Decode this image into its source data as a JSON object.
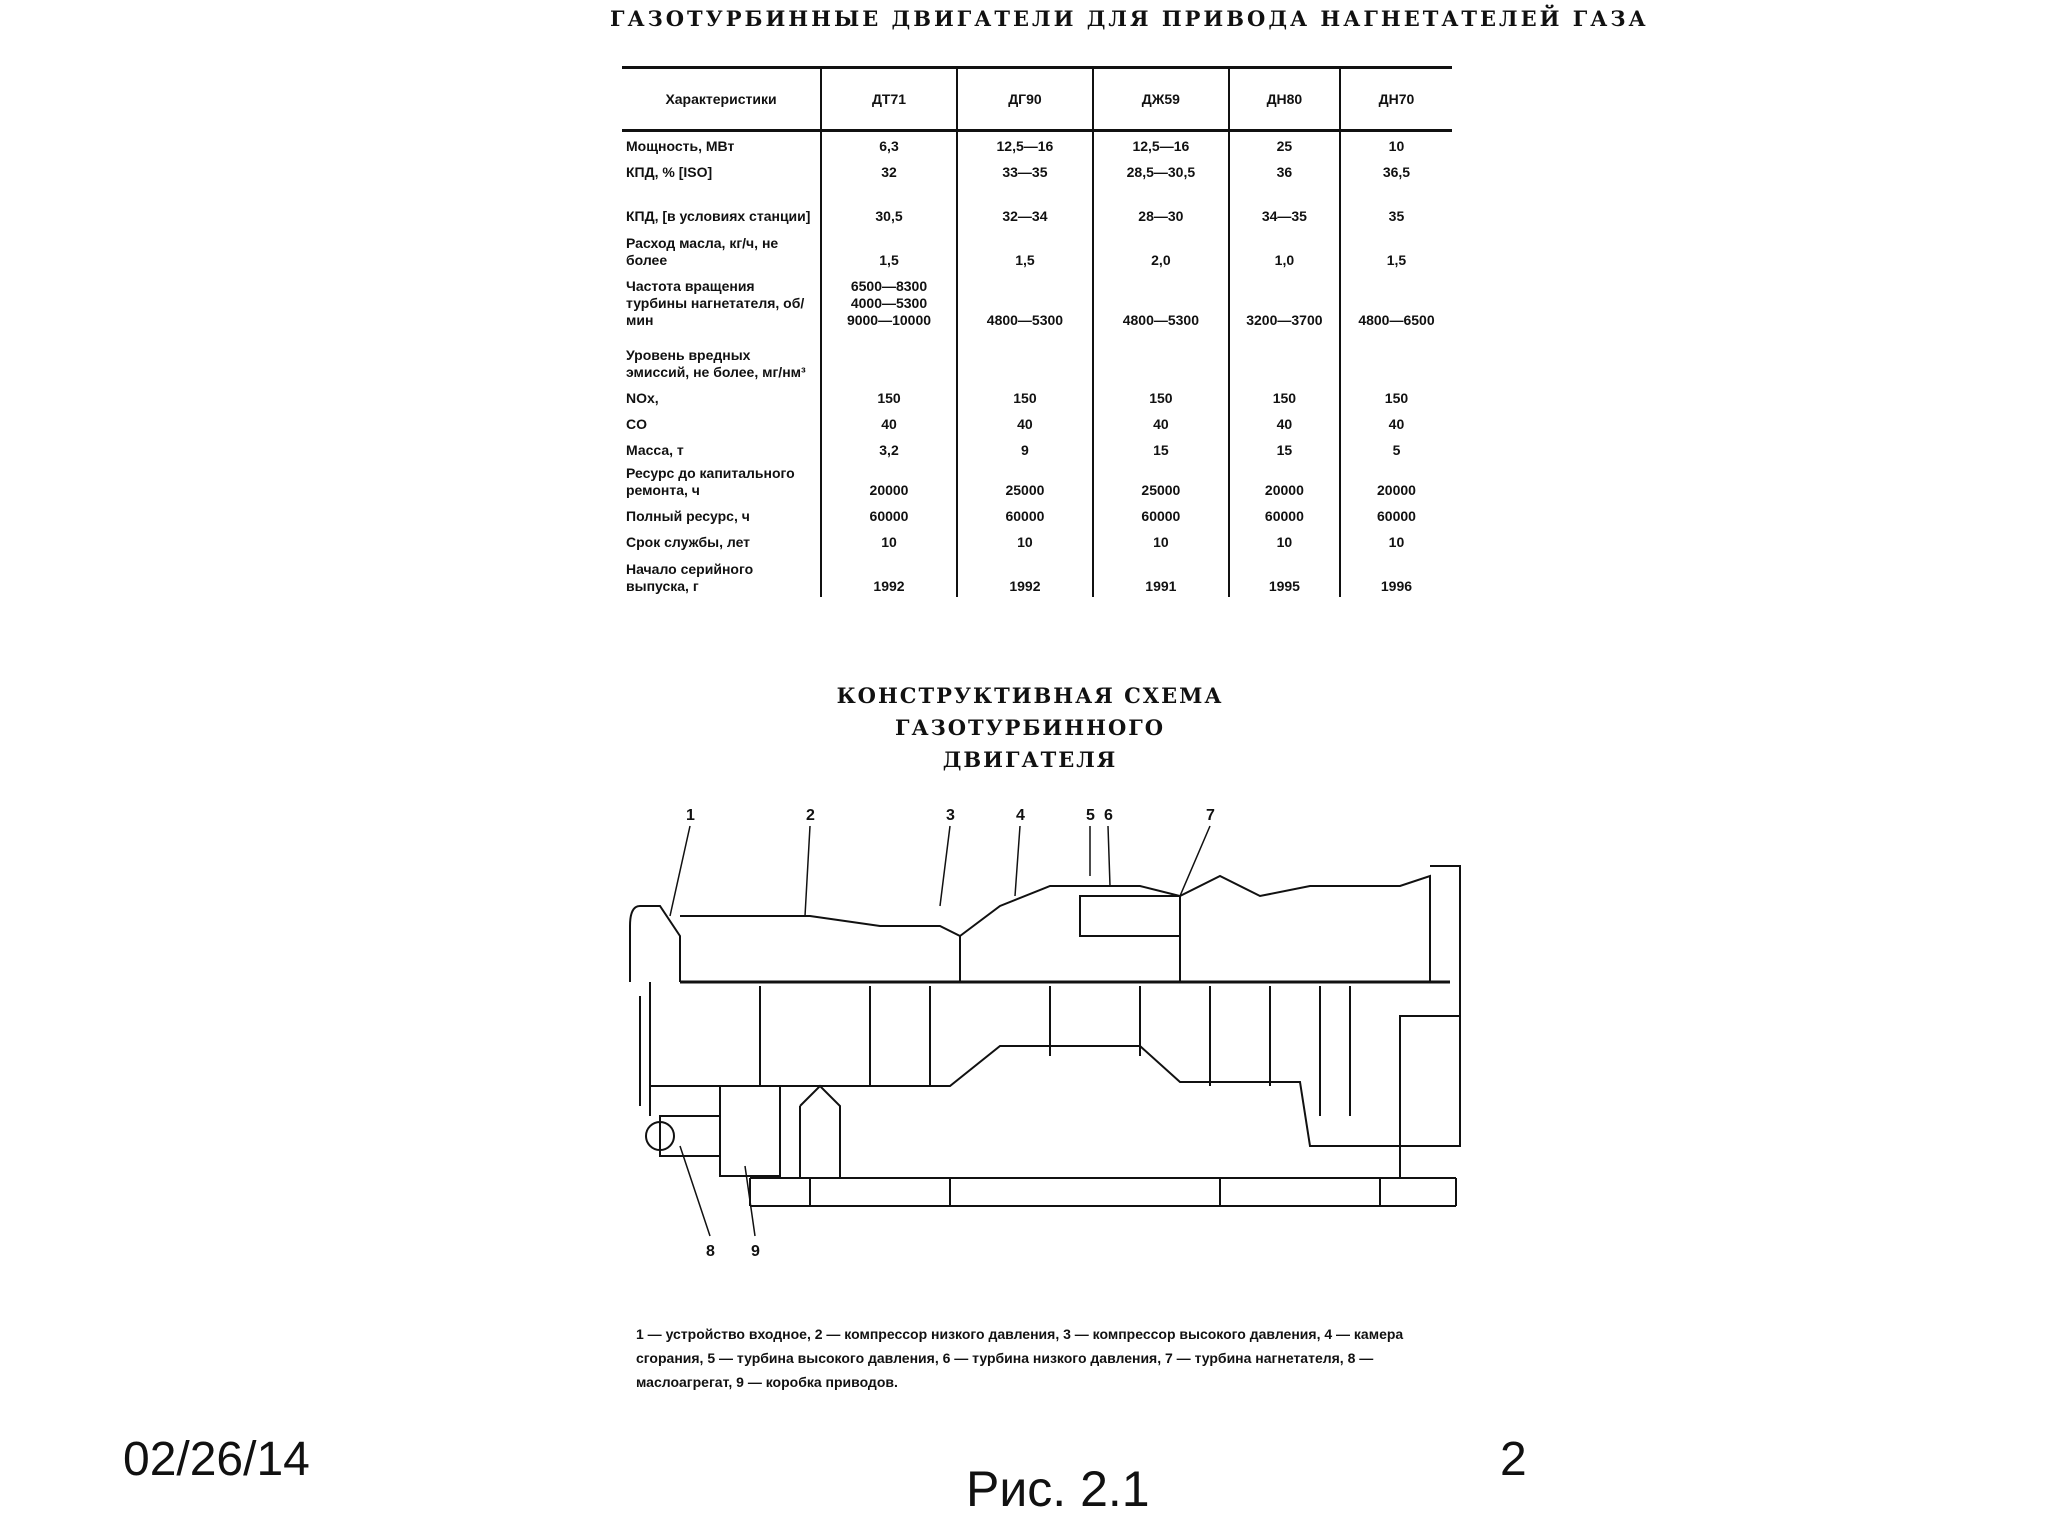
{
  "doc_title": "ГАЗОТУРБИННЫЕ ДВИГАТЕЛИ ДЛЯ ПРИВОДА НАГНЕТАТЕЛЕЙ ГАЗА",
  "table": {
    "headers": [
      "Характеристики",
      "ДТ71",
      "ДГ90",
      "ДЖ59",
      "ДН80",
      "ДН70"
    ],
    "rows": [
      {
        "label": "Мощность, МВт",
        "values": [
          "6,3",
          "12,5—16",
          "12,5—16",
          "25",
          "10"
        ]
      },
      {
        "label": "КПД, % [ISO]",
        "values": [
          "32",
          "33—35",
          "28,5—30,5",
          "36",
          "36,5"
        ]
      },
      {
        "label": "КПД, [в условиях станции]",
        "values": [
          "30,5",
          "32—34",
          "28—30",
          "34—35",
          "35"
        ]
      },
      {
        "label": "Расход масла, кг/ч, не более",
        "values": [
          "1,5",
          "1,5",
          "2,0",
          "1,0",
          "1,5"
        ]
      },
      {
        "label": "Частота вращения турбины нагнетателя, об/мин",
        "values": [
          "6500—8300\n4000—5300\n9000—10000",
          "4800—5300",
          "4800—5300",
          "3200—3700",
          "4800—6500"
        ]
      },
      {
        "label": "Уровень вредных эмиссий, не более, мг/нм³",
        "values": [
          "",
          "",
          "",
          "",
          ""
        ]
      },
      {
        "label": "NOx,",
        "values": [
          "150",
          "150",
          "150",
          "150",
          "150"
        ]
      },
      {
        "label": "CO",
        "values": [
          "40",
          "40",
          "40",
          "40",
          "40"
        ]
      },
      {
        "label": "Масса, т",
        "values": [
          "3,2",
          "9",
          "15",
          "15",
          "5"
        ]
      },
      {
        "label": "Ресурс до капитального ремонта, ч",
        "values": [
          "20000",
          "25000",
          "25000",
          "20000",
          "20000"
        ]
      },
      {
        "label": "Полный ресурс, ч",
        "values": [
          "60000",
          "60000",
          "60000",
          "60000",
          "60000"
        ]
      },
      {
        "label": "Срок службы, лет",
        "values": [
          "10",
          "10",
          "10",
          "10",
          "10"
        ]
      },
      {
        "label": "Начало серийного выпуска, г",
        "values": [
          "1992",
          "1992",
          "1991",
          "1995",
          "1996"
        ]
      }
    ]
  },
  "scheme_title": {
    "line1": "КОНСТРУКТИВНАЯ СХЕМА",
    "line2": "ГАЗОТУРБИННОГО ДВИГАТЕЛЯ"
  },
  "diagram_labels": [
    "1",
    "2",
    "3",
    "4",
    "5",
    "6",
    "7",
    "8",
    "9"
  ],
  "caption": "1 — устройство входное, 2 — компрессор низкого давления, 3 — компрессор высокого давления, 4 — камера сгорания, 5 — турбина высокого давления, 6 — турбина низкого давления, 7 — турбина нагнетателя, 8 — маслоагрегат, 9 — коробка приводов.",
  "footer": {
    "date": "02/26/14",
    "page": "2",
    "figure": "Рис. 2.1"
  }
}
